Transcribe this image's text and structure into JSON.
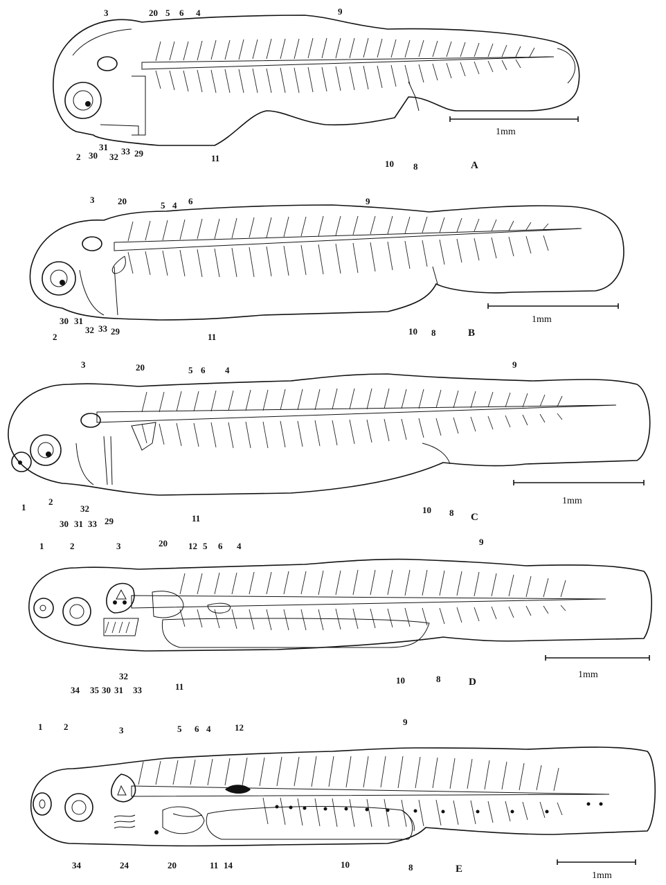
{
  "scale_bar_text": "1mm",
  "panels": [
    {
      "id": "A",
      "letter": "A",
      "labels": [
        "3",
        "20",
        "5",
        "6",
        "4",
        "9",
        "2",
        "30",
        "31",
        "32",
        "33",
        "29",
        "11",
        "10",
        "8"
      ]
    },
    {
      "id": "B",
      "letter": "B",
      "labels": [
        "3",
        "20",
        "5",
        "4",
        "6",
        "9",
        "30",
        "31",
        "32",
        "33",
        "29",
        "2",
        "11",
        "10",
        "8"
      ]
    },
    {
      "id": "C",
      "letter": "C",
      "labels": [
        "3",
        "20",
        "5",
        "6",
        "4",
        "9",
        "1",
        "2",
        "30",
        "31",
        "32",
        "33",
        "29",
        "11",
        "10",
        "8"
      ]
    },
    {
      "id": "D",
      "letter": "D",
      "labels": [
        "1",
        "2",
        "3",
        "20",
        "12",
        "5",
        "6",
        "4",
        "9",
        "34",
        "35",
        "30",
        "31",
        "32",
        "33",
        "11",
        "10",
        "8"
      ]
    },
    {
      "id": "E",
      "letter": "E",
      "labels": [
        "1",
        "2",
        "3",
        "5",
        "6",
        "4",
        "12",
        "9",
        "34",
        "24",
        "20",
        "11",
        "14",
        "10",
        "8"
      ]
    }
  ]
}
